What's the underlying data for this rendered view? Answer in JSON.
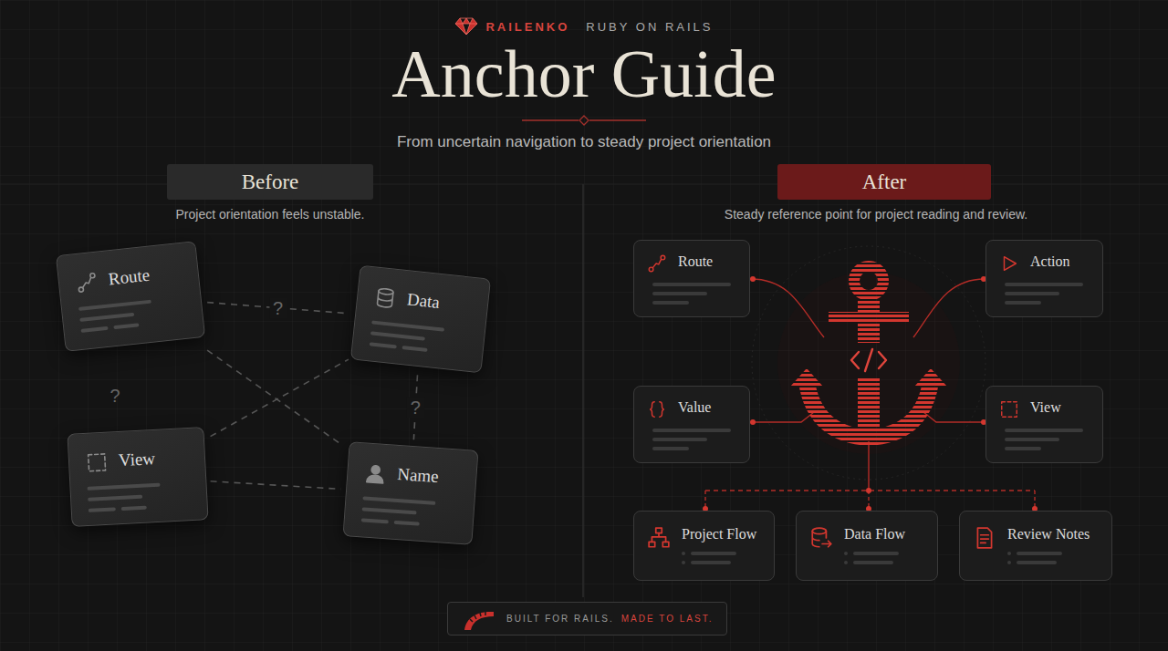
{
  "diagram": {
    "title": "Anchor Guide",
    "caption": "From uncertain navigation to steady project orientation",
    "nodes": [
      {
        "text": [
          "Before"
        ]
      },
      {
        "text": [
          "After"
        ]
      },
      {
        "text": [
          "Route"
        ]
      },
      {
        "text": [
          "Data"
        ]
      },
      {
        "text": [
          "View"
        ]
      },
      {
        "text": [
          "Name"
        ]
      },
      {
        "text": [
          "Route"
        ]
      },
      {
        "text": [
          "Action"
        ]
      },
      {
        "text": [
          "Value"
        ]
      },
      {
        "text": [
          "View"
        ]
      },
      {
        "text": [
          "Project Flow"
        ]
      },
      {
        "text": [
          "Data Flow"
        ]
      },
      {
        "text": [
          "Review Notes"
        ]
      },
      {
        "text": [
          "BUILT FOR RAILS.",
          "MADE TO LAST."
        ]
      }
    ],
    "edges": [
      {
        "from": 2,
        "to": 3,
        "arrow": "none",
        "label": "?"
      },
      {
        "from": 2,
        "to": 5,
        "arrow": "none"
      },
      {
        "from": 4,
        "to": 3,
        "arrow": "none"
      },
      {
        "from": 3,
        "to": 5,
        "arrow": "none",
        "label": "?"
      },
      {
        "from": 4,
        "to": 5,
        "arrow": "none"
      }
    ],
    "labels": [
      "RAILENKO",
      "RUBY ON RAILS",
      "Project orientation feels unstable.",
      "Steady reference point for project reading and review.",
      "?"
    ]
  }
}
